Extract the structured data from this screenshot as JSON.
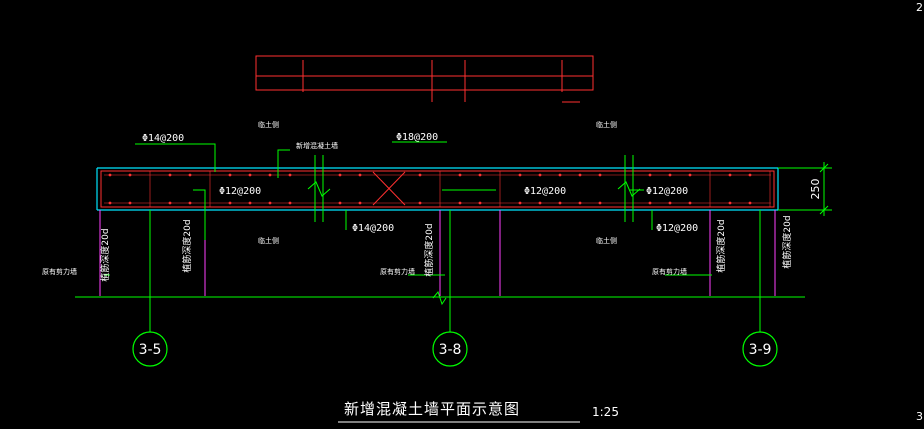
{
  "drawing": {
    "title": "新增混凝土墙平面示意图",
    "scale": "1:25",
    "dimension": "250",
    "corner_marks": [
      "2",
      "3"
    ]
  },
  "axes": [
    {
      "label": "3-5"
    },
    {
      "label": "3-8"
    },
    {
      "label": "3-9"
    }
  ],
  "rebar_labels": {
    "top_left": "Φ14@200",
    "mid_left": "Φ12@200",
    "bottom_center": "Φ14@200",
    "top_center": "Φ18@200",
    "mid_center": "Φ12@200",
    "mid_right": "Φ12@200",
    "bottom_right": "Φ12@200"
  },
  "notes": {
    "soil_side_top_left": "临土侧",
    "soil_side_top_right": "临土侧",
    "soil_side_bottom_left": "临土侧",
    "soil_side_bottom_right": "临土侧",
    "new_concrete_wall": "新增混凝土墙",
    "anchor_1": "植筋深度20d",
    "anchor_2": "植筋深度20d",
    "anchor_3": "植筋深度20d",
    "anchor_4": "植筋深度20d",
    "anchor_5": "植筋深度20d",
    "shear_wall_left": "原有剪力墙",
    "shear_wall_center": "原有剪力墙",
    "shear_wall_right": "原有剪力墙"
  },
  "colors": {
    "background": "#000000",
    "wall": "#ff3030",
    "face": "#00e5ff",
    "leader": "#00ff00",
    "shear": "#ff40ff",
    "text": "#ffffff"
  }
}
